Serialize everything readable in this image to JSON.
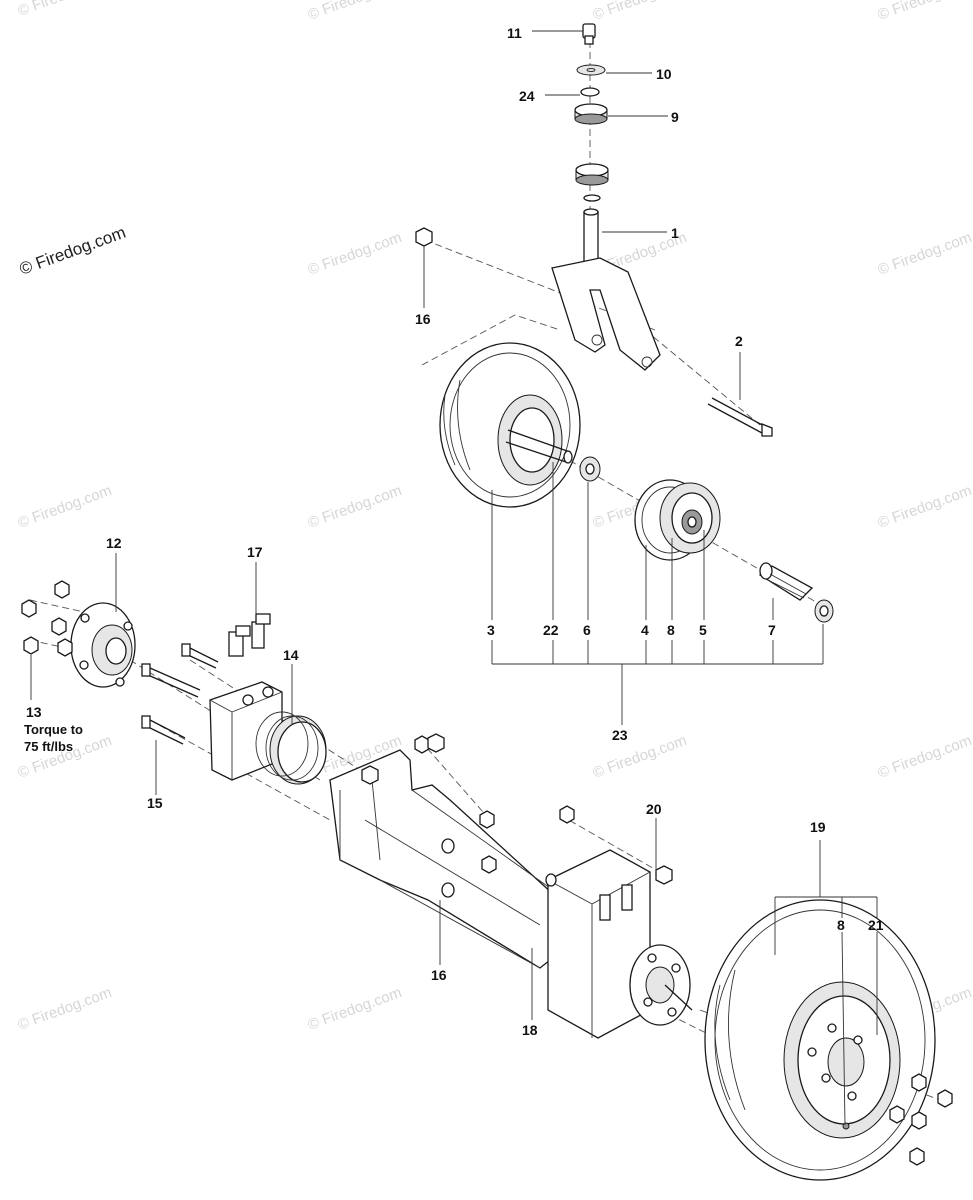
{
  "watermark": {
    "main": "© Firedog.com",
    "faint": "© Firedog.com"
  },
  "callouts": {
    "c1": "1",
    "c2": "2",
    "c3": "3",
    "c4": "4",
    "c5": "5",
    "c6": "6",
    "c7": "7",
    "c8a": "8",
    "c8b": "8",
    "c9": "9",
    "c10": "10",
    "c11": "11",
    "c12": "12",
    "c13": "13",
    "c14": "14",
    "c15": "15",
    "c16a": "16",
    "c16b": "16",
    "c17": "17",
    "c18": "18",
    "c19": "19",
    "c20": "20",
    "c21": "21",
    "c22": "22",
    "c23": "23",
    "c24": "24"
  },
  "notes": {
    "torque_line1": "Torque to",
    "torque_line2": "75 ft/lbs"
  }
}
